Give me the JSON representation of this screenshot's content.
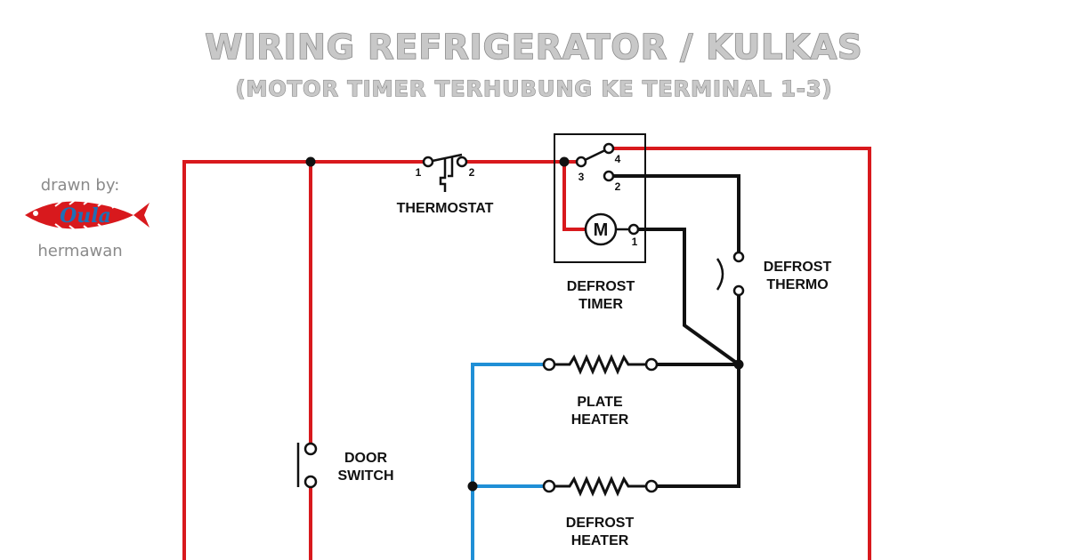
{
  "title": "WIRING REFRIGERATOR / KULKAS",
  "subtitle": "(MOTOR TIMER TERHUBUNG KE TERMINAL 1-3)",
  "credit": {
    "top": "drawn by:",
    "logo": "Oula",
    "bottom": "hermawan"
  },
  "thermostat": {
    "label": "THERMOSTAT",
    "pin1": "1",
    "pin2": "2"
  },
  "defrost_timer": {
    "label_line1": "DEFROST",
    "label_line2": "TIMER",
    "motor": "M",
    "pin1": "1",
    "pin2": "2",
    "pin3": "3",
    "pin4": "4"
  },
  "defrost_thermo": {
    "label_line1": "DEFROST",
    "label_line2": "THERMO"
  },
  "plate_heater": {
    "label_line1": "PLATE",
    "label_line2": "HEATER"
  },
  "defrost_heater": {
    "label_line1": "DEFROST",
    "label_line2": "HEATER"
  },
  "door_switch": {
    "label_line1": "DOOR",
    "label_line2": "SWITCH"
  },
  "colors": {
    "line_wire": "#d8191d",
    "neutral_wire": "#1f8fd6",
    "switched_wire": "#111111",
    "title_gray": "#c8c8c8"
  }
}
